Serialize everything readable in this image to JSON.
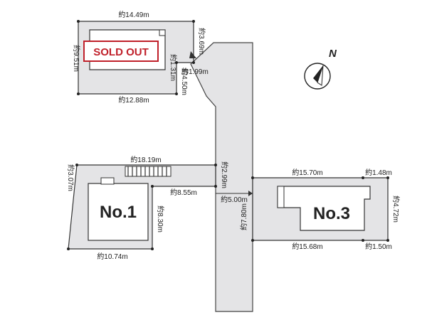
{
  "lots": {
    "sold": {
      "badge": "SOLD OUT",
      "badge_color": "#c0202a",
      "top": "約14.49m",
      "left": "約9.51m",
      "bottom": "約12.88m",
      "inner_right": "約1.31m",
      "inner_lower": "約4.50m",
      "corner": "約1.99m",
      "top_right": "約3.69m"
    },
    "no1": {
      "label": "No.1",
      "top": "約18.19m",
      "left": "約3.07m",
      "driveway_right": "約2.99m",
      "driveway_bottom": "約8.55m",
      "inner_right": "約8.30m",
      "bottom": "約10.74m"
    },
    "no3": {
      "label": "No.3",
      "top": "約15.70m",
      "top_corner": "約1.48m",
      "right": "約4.72m",
      "bottom": "約15.68m",
      "bottom_corner": "約1.50m",
      "left": "約7.80m"
    }
  },
  "road": {
    "width": "約5.00m"
  },
  "compass": {
    "label": "N",
    "icon": "north-arrow-icon"
  }
}
